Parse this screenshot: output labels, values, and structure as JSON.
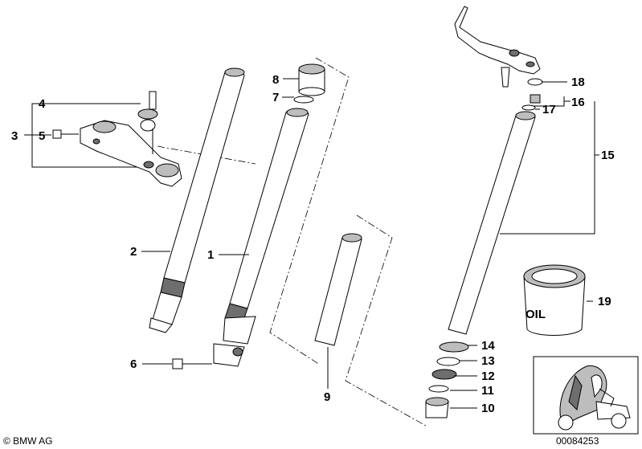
{
  "diagram": {
    "callouts": {
      "c1": "1",
      "c2": "2",
      "c3": "3",
      "c4": "4",
      "c5": "5",
      "c6": "6",
      "c7": "7",
      "c8": "8",
      "c9": "9",
      "c10": "10",
      "c11": "11",
      "c12": "12",
      "c13": "13",
      "c14": "14",
      "c15": "15",
      "c16": "16",
      "c17": "17",
      "c18": "18",
      "c19": "19"
    },
    "oil_label": "OIL",
    "copyright": "© BMW AG",
    "part_number": "00084253"
  }
}
